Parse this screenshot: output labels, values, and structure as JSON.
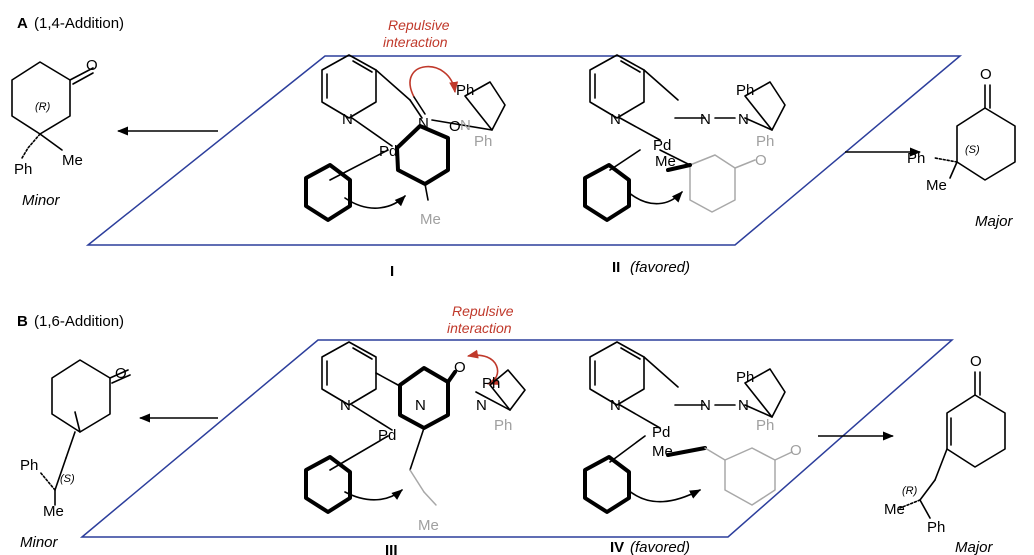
{
  "panel_a": {
    "letter": "A",
    "title": "(1,4-Addition)",
    "repulsive": [
      "Repulsive",
      "interaction"
    ],
    "minor_label": "Minor",
    "major_label": "Major",
    "ts1_label": "I",
    "ts2_label": "II",
    "ts2_note": "(favored)",
    "left_product": {
      "o": "O",
      "stereo": "(R)",
      "ph": "Ph",
      "me": "Me"
    },
    "right_product": {
      "o": "O",
      "stereo": "(S)",
      "ph": "Ph",
      "me": "Me"
    },
    "ts1": {
      "n1": "N",
      "pd": "Pd",
      "n2": "N",
      "n3": "N",
      "o": "O",
      "ph_top": "Ph",
      "ph_bottom": "Ph",
      "me": "Me"
    },
    "ts2": {
      "n1": "N",
      "pd": "Pd",
      "n2": "N",
      "n3": "N",
      "o": "O",
      "ph_top": "Ph",
      "ph_bottom": "Ph",
      "me": "Me"
    }
  },
  "panel_b": {
    "letter": "B",
    "title": "(1,6-Addition)",
    "repulsive": [
      "Repulsive",
      "interaction"
    ],
    "minor_label": "Minor",
    "major_label": "Major",
    "ts1_label": "III",
    "ts2_label": "IV",
    "ts2_note": "(favored)",
    "left_product": {
      "o": "O",
      "stereo": "(S)",
      "ph": "Ph",
      "me": "Me"
    },
    "right_product": {
      "o": "O",
      "stereo": "(R)",
      "ph": "Ph",
      "me": "Me"
    },
    "ts1": {
      "n1": "N",
      "pd": "Pd",
      "n2": "N",
      "n3": "N",
      "o": "O",
      "ph_top": "Ph",
      "ph_bottom": "Ph",
      "me": "Me"
    },
    "ts2": {
      "n1": "N",
      "pd": "Pd",
      "n2": "N",
      "n3": "N",
      "o": "O",
      "ph_top": "Ph",
      "ph_bottom": "Ph",
      "me": "Me"
    }
  },
  "colors": {
    "plane": "#2c3e9c",
    "repulsive": "#c0392b",
    "grey_atoms": "#a0a0a0"
  }
}
